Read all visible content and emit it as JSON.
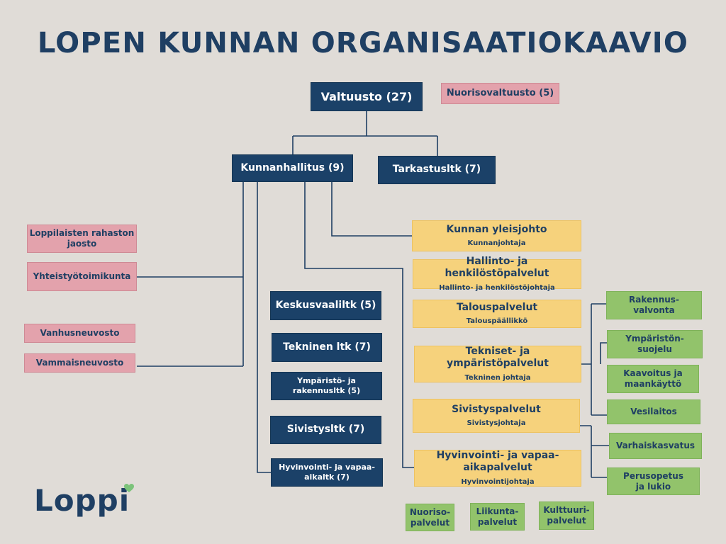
{
  "title": "LOPEN KUNNAN ORGANISAATIOKAAVIO",
  "logo_text": "Loppi",
  "colors": {
    "background": "#e0dcd7",
    "navy": "#1b4168",
    "pink": "#e3a2ac",
    "yellow": "#f6d27c",
    "green": "#92c36b",
    "line": "#1f3f63",
    "logo_heart": "#7cc37a"
  },
  "nodes": {
    "valtuusto": "Valtuusto (27)",
    "nuorisovaltuusto": "Nuorisovaltuusto (5)",
    "kunnanhallitus": "Kunnanhallitus (9)",
    "tarkastusltk": "Tarkastusltk (7)",
    "rahasto": "Loppilaisten rahaston jaosto",
    "yhteistyo": "Yhteistyötoimikunta",
    "vanhus": "Vanhusneuvosto",
    "vammais": "Vammaisneuvosto",
    "keskusvaali": "Keskusvaaliltk (5)",
    "tekninen_ltk": "Tekninen ltk (7)",
    "ymparisto_ltk": "Ympäristö- ja rakennusltk (5)",
    "sivistys_ltk": "Sivistysltk (7)",
    "hyvinvointi_ltk": "Hyvinvointi- ja vapaa-aikaltk (7)",
    "yleisjohto": {
      "title": "Kunnan yleisjohto",
      "sub": "Kunnanjohtaja"
    },
    "hallinto": {
      "title": "Hallinto- ja henkilöstöpalvelut",
      "sub": "Hallinto- ja henkilöstöjohtaja"
    },
    "talous": {
      "title": "Talouspalvelut",
      "sub": "Talouspäällikkö"
    },
    "tekniset": {
      "title": "Tekniset- ja ympäristöpalvelut",
      "sub": "Tekninen johtaja"
    },
    "sivistys": {
      "title": "Sivistyspalvelut",
      "sub": "Sivistysjohtaja"
    },
    "hyvinvointi": {
      "title": "Hyvinvointi- ja vapaa-aikapalvelut",
      "sub": "Hyvinvointijohtaja"
    },
    "rakennusvalvonta": "Rakennus- valvonta",
    "ymparistonsuojelu": "Ympäristön- suojelu",
    "kaavoitus": "Kaavoitus ja maankäyttö",
    "vesilaitos": "Vesilaitos",
    "varhaiskasvatus": "Varhaiskasvatus",
    "perusopetus": "Perusopetus ja lukio",
    "nuoriso": "Nuoriso- palvelut",
    "liikunta": "Liikunta- palvelut",
    "kulttuuri": "Kulttuuri- palvelut"
  }
}
